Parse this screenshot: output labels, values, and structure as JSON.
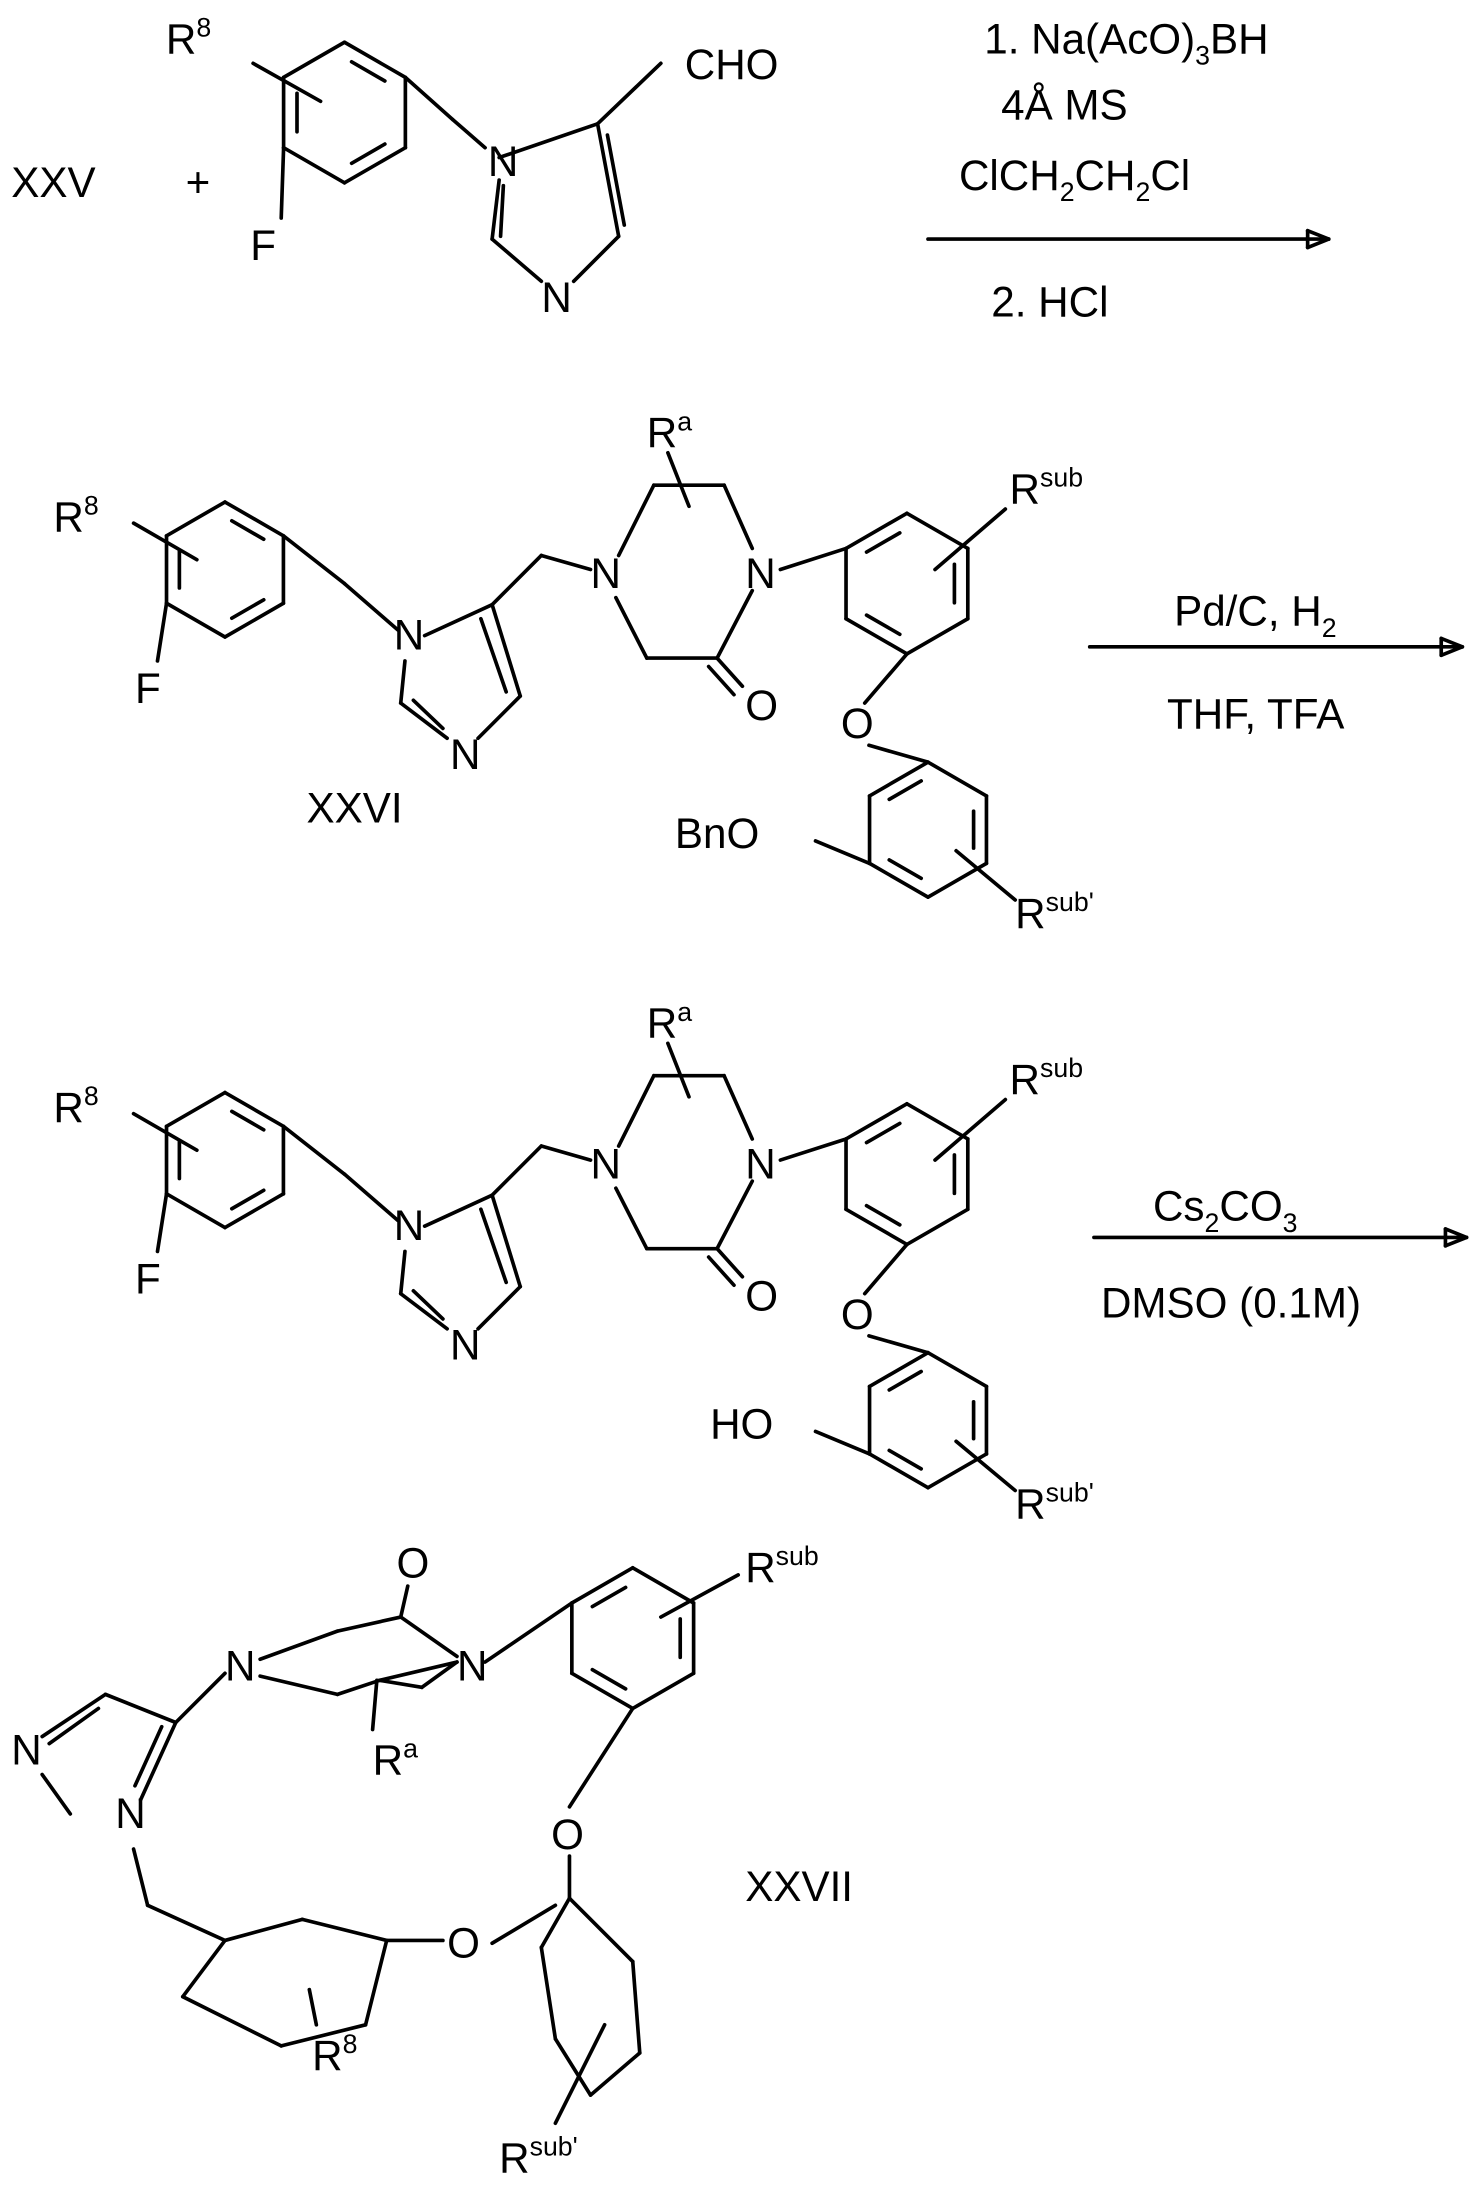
{
  "scheme": {
    "step1": {
      "reactant_label": "XXV",
      "plus": "+",
      "aldehyde_group": "CHO",
      "conditions": [
        "1. Na(AcO)",
        "3",
        "BH",
        "4Å MS",
        "ClCH",
        "2",
        "CH",
        "2",
        "Cl",
        "2. HCl"
      ]
    },
    "step2": {
      "compound_label": "XXVI",
      "protecting_group": "BnO",
      "conditions": [
        "Pd/C, H",
        "2",
        "THF, TFA"
      ]
    },
    "step3": {
      "hydroxyl_group": "HO",
      "conditions": [
        "Cs",
        "2",
        "CO",
        "3",
        "DMSO (0.1M)"
      ]
    },
    "product": {
      "compound_label": "XXVII"
    },
    "atoms": {
      "R": "R",
      "r8_sup": "8",
      "ra_sup": "a",
      "rsub_sup": "sub",
      "rsubp_sup": "sub'",
      "F": "F",
      "N": "N",
      "O": "O"
    }
  }
}
